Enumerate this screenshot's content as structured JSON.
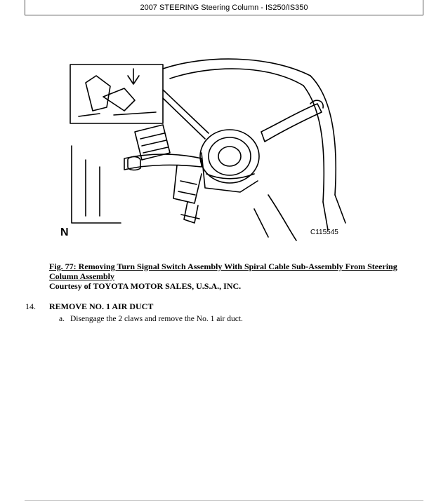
{
  "header": {
    "title": "2007 STEERING Steering Column - IS250/IS350"
  },
  "figure": {
    "direction_label": "N",
    "figure_id": "C115545"
  },
  "caption": {
    "line1": "Fig. 77: Removing Turn Signal Switch Assembly With Spiral Cable Sub-Assembly From Steering",
    "line2": "Column Assembly",
    "line3": "Courtesy of TOYOTA MOTOR SALES, U.S.A., INC."
  },
  "step": {
    "number": "14.",
    "title": "REMOVE NO. 1 AIR DUCT",
    "sub_letter": "a.",
    "sub_text": "Disengage the 2 claws and remove the No. 1 air duct."
  }
}
